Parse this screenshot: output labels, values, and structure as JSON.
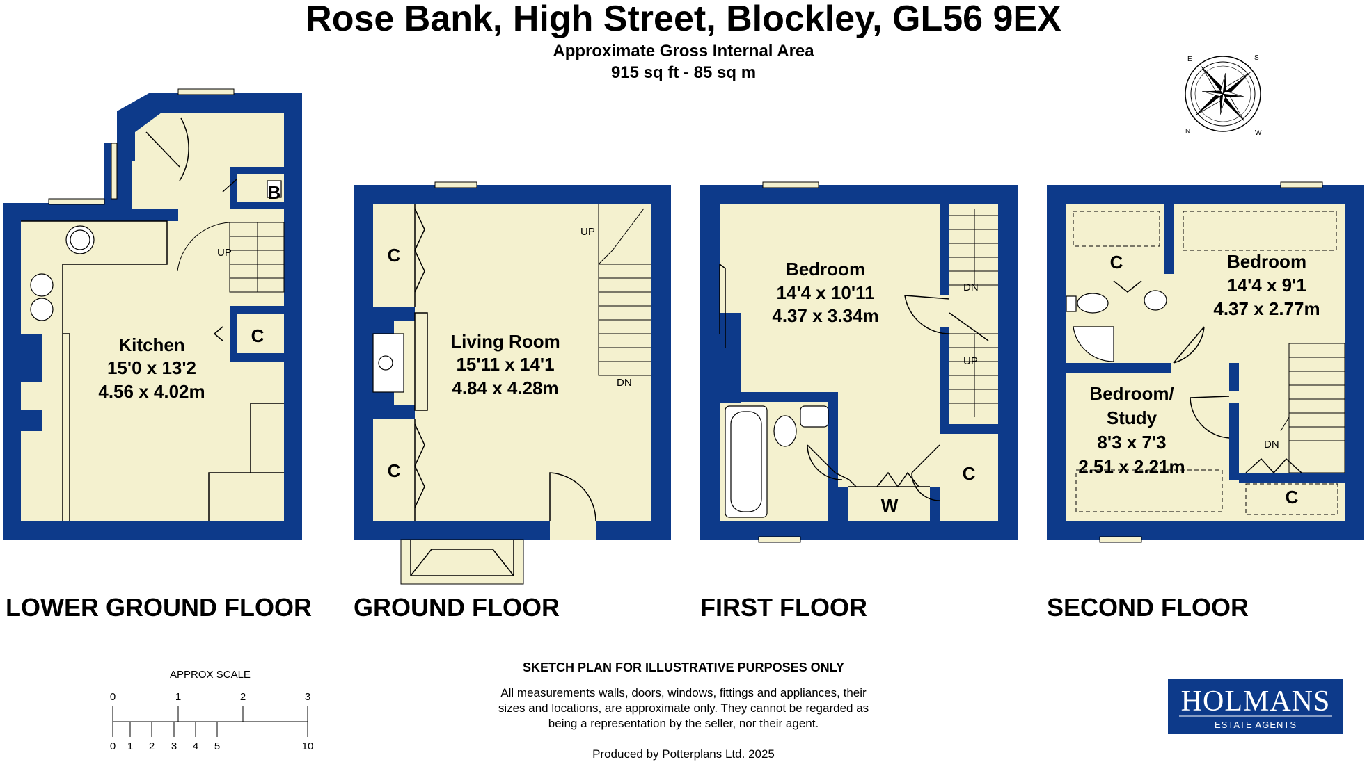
{
  "header": {
    "title": "Rose Bank, High Street, Blockley, GL56 9EX",
    "area_label": "Approximate Gross Internal Area",
    "area_value": "915 sq ft - 85 sq m"
  },
  "compass": {
    "letters": [
      "E",
      "S",
      "N",
      "W"
    ]
  },
  "floors": {
    "lower_ground": {
      "label": "LOWER GROUND FLOOR",
      "kitchen": {
        "name": "Kitchen",
        "imperial": "15'0 x 13'2",
        "metric": "4.56 x 4.02m"
      },
      "cupboards": [
        "B",
        "C"
      ],
      "stairs": [
        "UP"
      ]
    },
    "ground": {
      "label": "GROUND FLOOR",
      "living": {
        "name": "Living Room",
        "imperial": "15'11 x 14'1",
        "metric": "4.84 x 4.28m"
      },
      "cupboards": [
        "C",
        "C"
      ],
      "stairs": [
        "UP",
        "DN"
      ]
    },
    "first": {
      "label": "FIRST FLOOR",
      "bedroom": {
        "name": "Bedroom",
        "imperial": "14'4 x 10'11",
        "metric": "4.37 x 3.34m"
      },
      "cupboards": [
        "C",
        "W"
      ],
      "stairs": [
        "DN",
        "UP"
      ]
    },
    "second": {
      "label": "SECOND FLOOR",
      "bedroom": {
        "name": "Bedroom",
        "imperial": "14'4 x 9'1",
        "metric": "4.37 x 2.77m"
      },
      "study": {
        "name_line1": "Bedroom/",
        "name_line2": "Study",
        "imperial": "8'3 x 7'3",
        "metric": "2.51 x 2.21m"
      },
      "cupboards": [
        "C",
        "C"
      ],
      "stairs": [
        "DN"
      ]
    }
  },
  "scale": {
    "title": "APPROX SCALE",
    "top_ticks": [
      "0",
      "1",
      "2",
      "3"
    ],
    "bottom_ticks": [
      "0",
      "1",
      "2",
      "3",
      "4",
      "5",
      "10"
    ]
  },
  "disclaimer": {
    "heading": "SKETCH PLAN FOR ILLUSTRATIVE PURPOSES ONLY",
    "line1": "All measurements walls, doors, windows, fittings and appliances, their",
    "line2": "sizes and locations, are approximate only. They cannot be regarded as",
    "line3": "being a representation by the seller, nor their agent.",
    "producer": "Produced by Potterplans Ltd. 2025"
  },
  "logo": {
    "name": "HOLMANS",
    "tagline": "ESTATE AGENTS",
    "colors": {
      "background": "#0d3a8a",
      "text": "#ffffff"
    }
  },
  "colors": {
    "wall": "#0d3a8a",
    "floor": "#f4f1cf"
  }
}
